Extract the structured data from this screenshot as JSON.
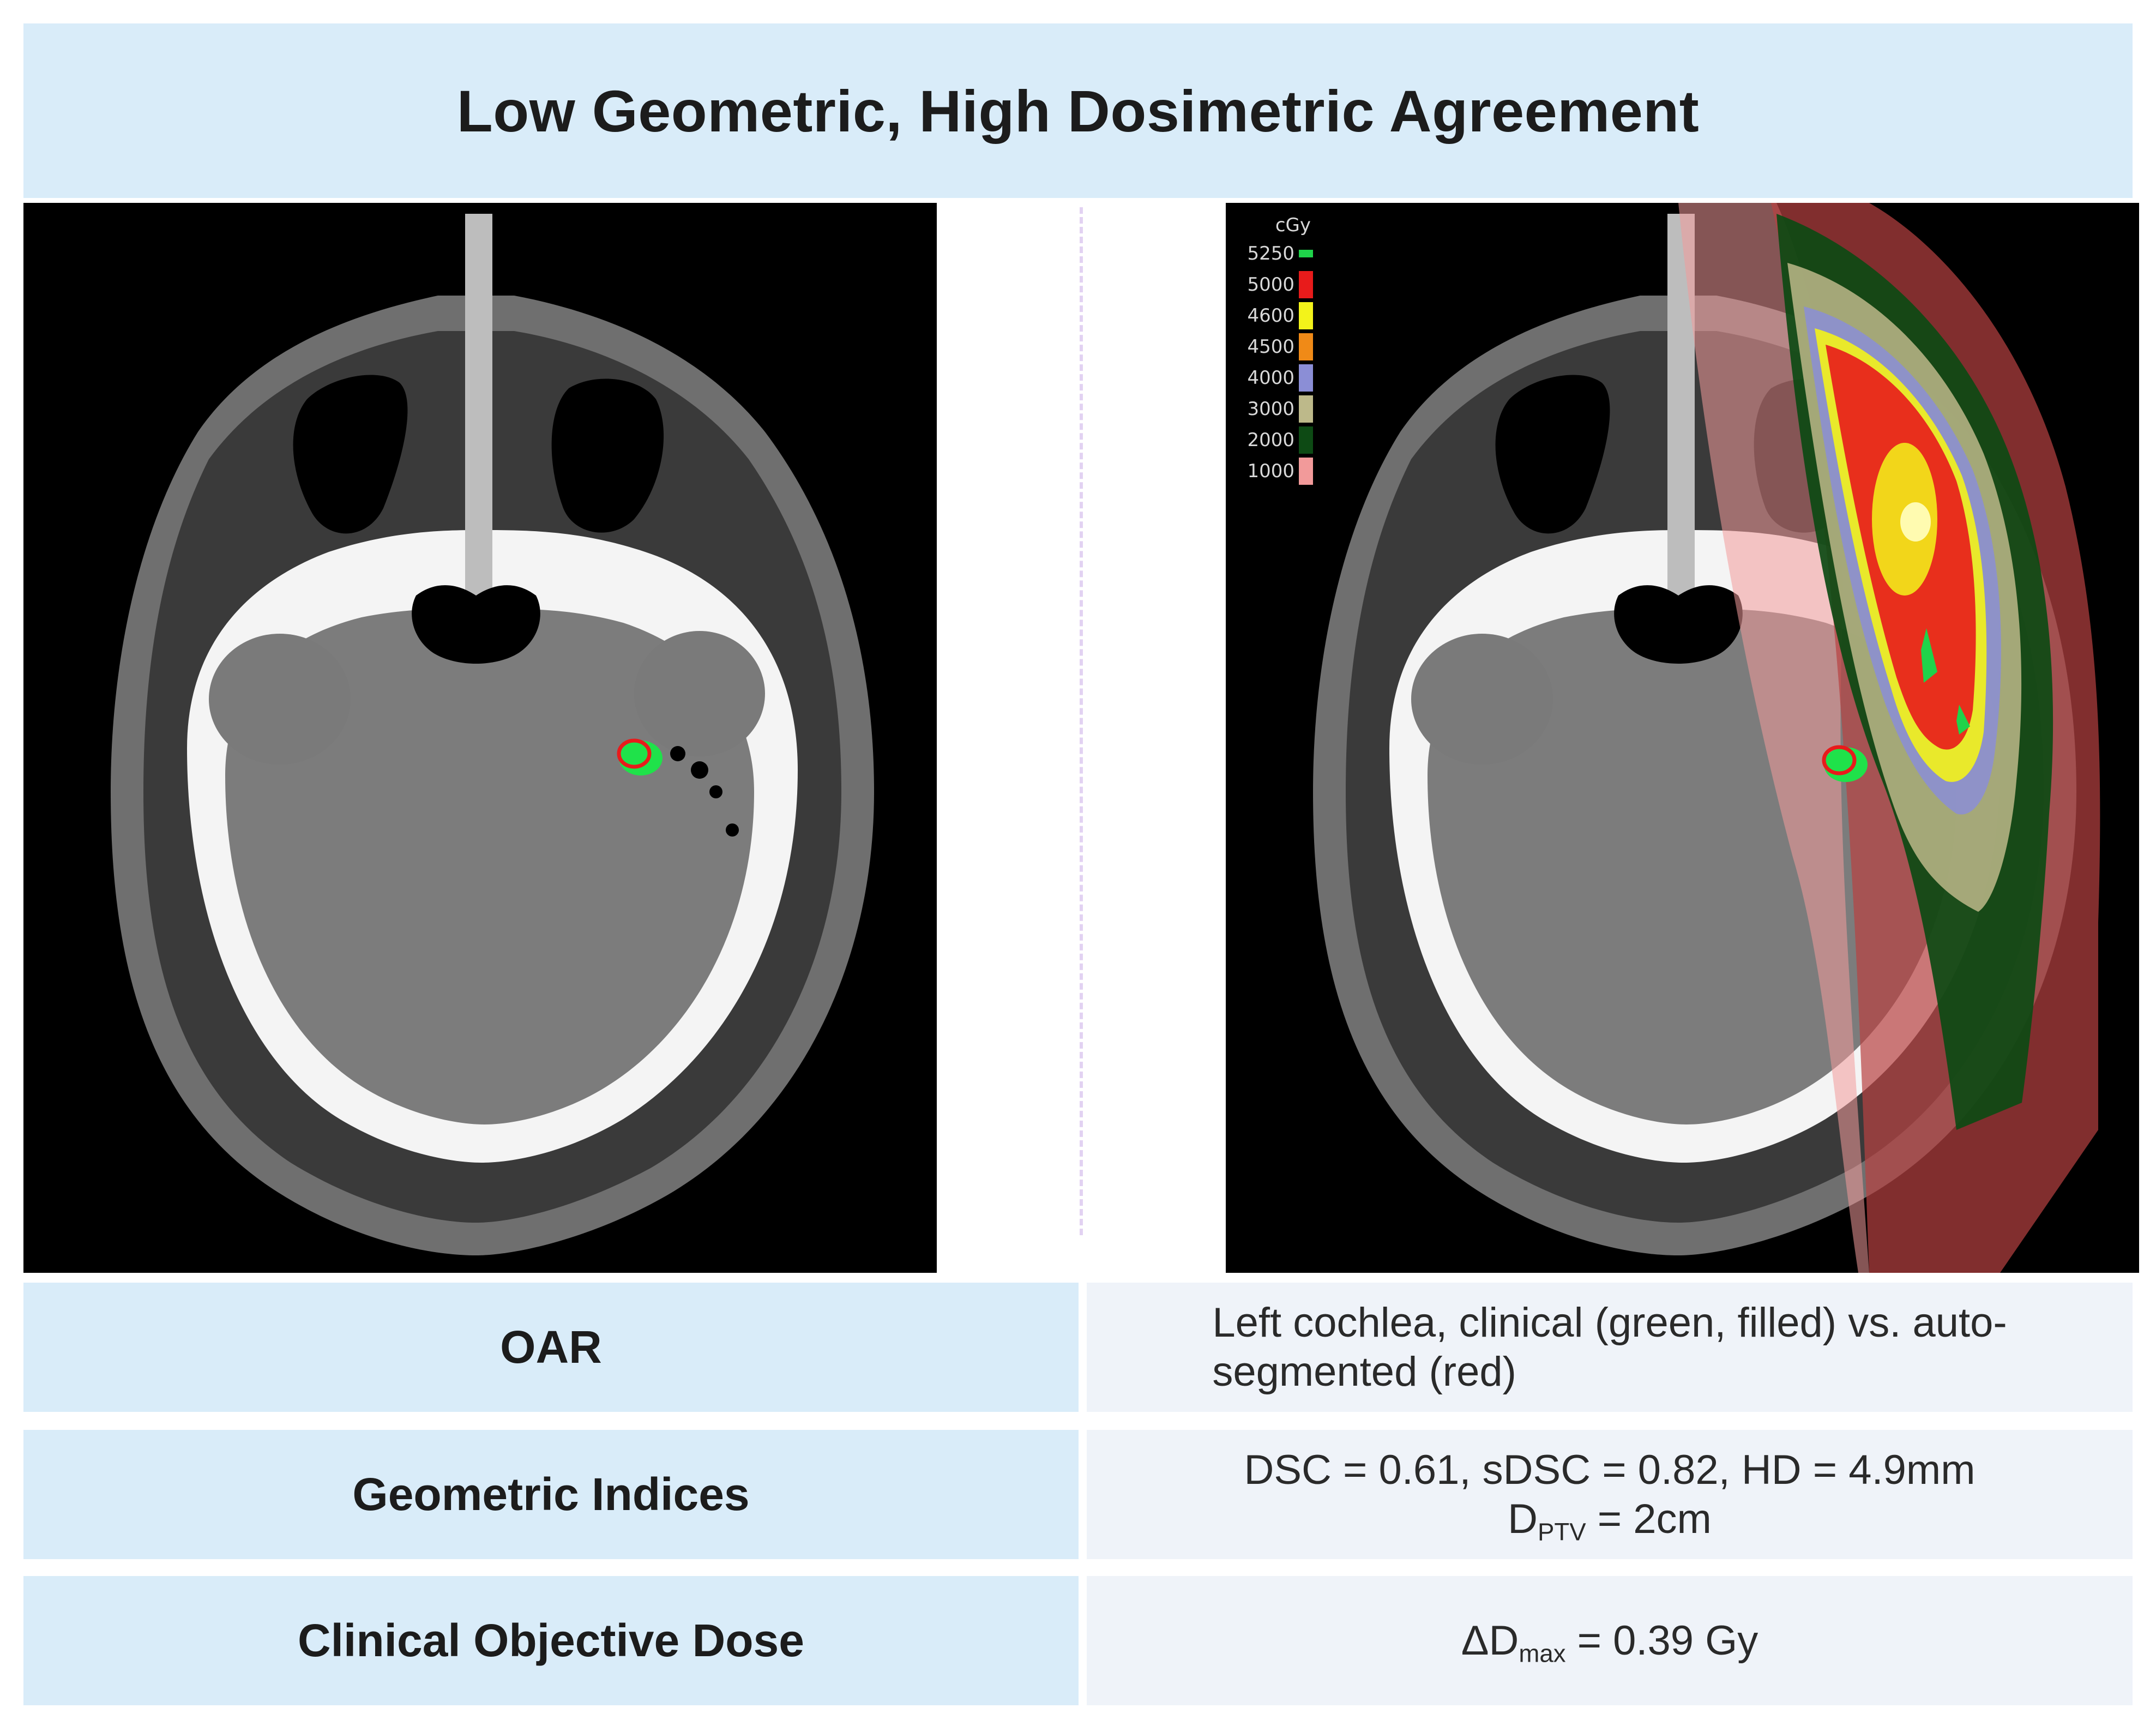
{
  "title": "Low Geometric, High Dosimetric Agreement",
  "dose_legend": {
    "unit": "cGy",
    "levels": [
      {
        "value": "5250",
        "color": "#1fd34a"
      },
      {
        "value": "5000",
        "color": "#e81b1b"
      },
      {
        "value": "4600",
        "color": "#f3f31a"
      },
      {
        "value": "4500",
        "color": "#f08a17"
      },
      {
        "value": "4000",
        "color": "#8b8ed6"
      },
      {
        "value": "3000",
        "color": "#bdb98a"
      },
      {
        "value": "2000",
        "color": "#0d4a14"
      },
      {
        "value": "1000",
        "color": "#f29a9a"
      }
    ]
  },
  "contour_colors": {
    "clinical": "#1fe24a",
    "auto_segmented": "#e81b1b"
  },
  "rows": [
    {
      "label": "OAR",
      "value_line1": "Left cochlea, clinical (green, filled) vs. auto-",
      "value_line2": "segmented (red)"
    },
    {
      "label": "Geometric Indices",
      "value_line1": "DSC = 0.61, sDSC = 0.82, HD = 4.9mm",
      "value_line2_main": "D",
      "value_line2_sub": "PTV",
      "value_line2_rest": " = 2cm"
    },
    {
      "label": "Clinical Objective Dose",
      "value_main": "ΔD",
      "value_sub": "max",
      "value_rest": " = 0.39 Gy"
    }
  ]
}
